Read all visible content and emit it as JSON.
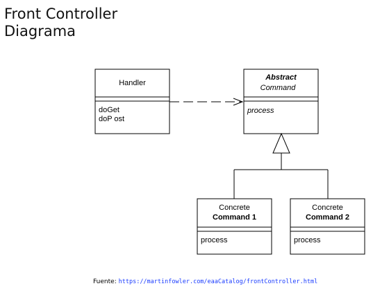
{
  "title": {
    "line1": "Front Controller",
    "line2": "Diagrama"
  },
  "diagram": {
    "handler": {
      "name": "Handler",
      "methods": [
        "doGet",
        "doP ost"
      ]
    },
    "abstract_command": {
      "stereotype": "Abstract",
      "name": "Command",
      "methods": [
        "process"
      ]
    },
    "concrete1": {
      "line1": "Concrete",
      "line2": "Command 1",
      "methods": [
        "process"
      ]
    },
    "concrete2": {
      "line1": "Concrete",
      "line2": "Command 2",
      "methods": [
        "process"
      ]
    }
  },
  "footer": {
    "label": "Fuente:",
    "url": "https://martinfowler.com/eaaCatalog/frontController.html",
    "url_color": "#1a3cff"
  }
}
